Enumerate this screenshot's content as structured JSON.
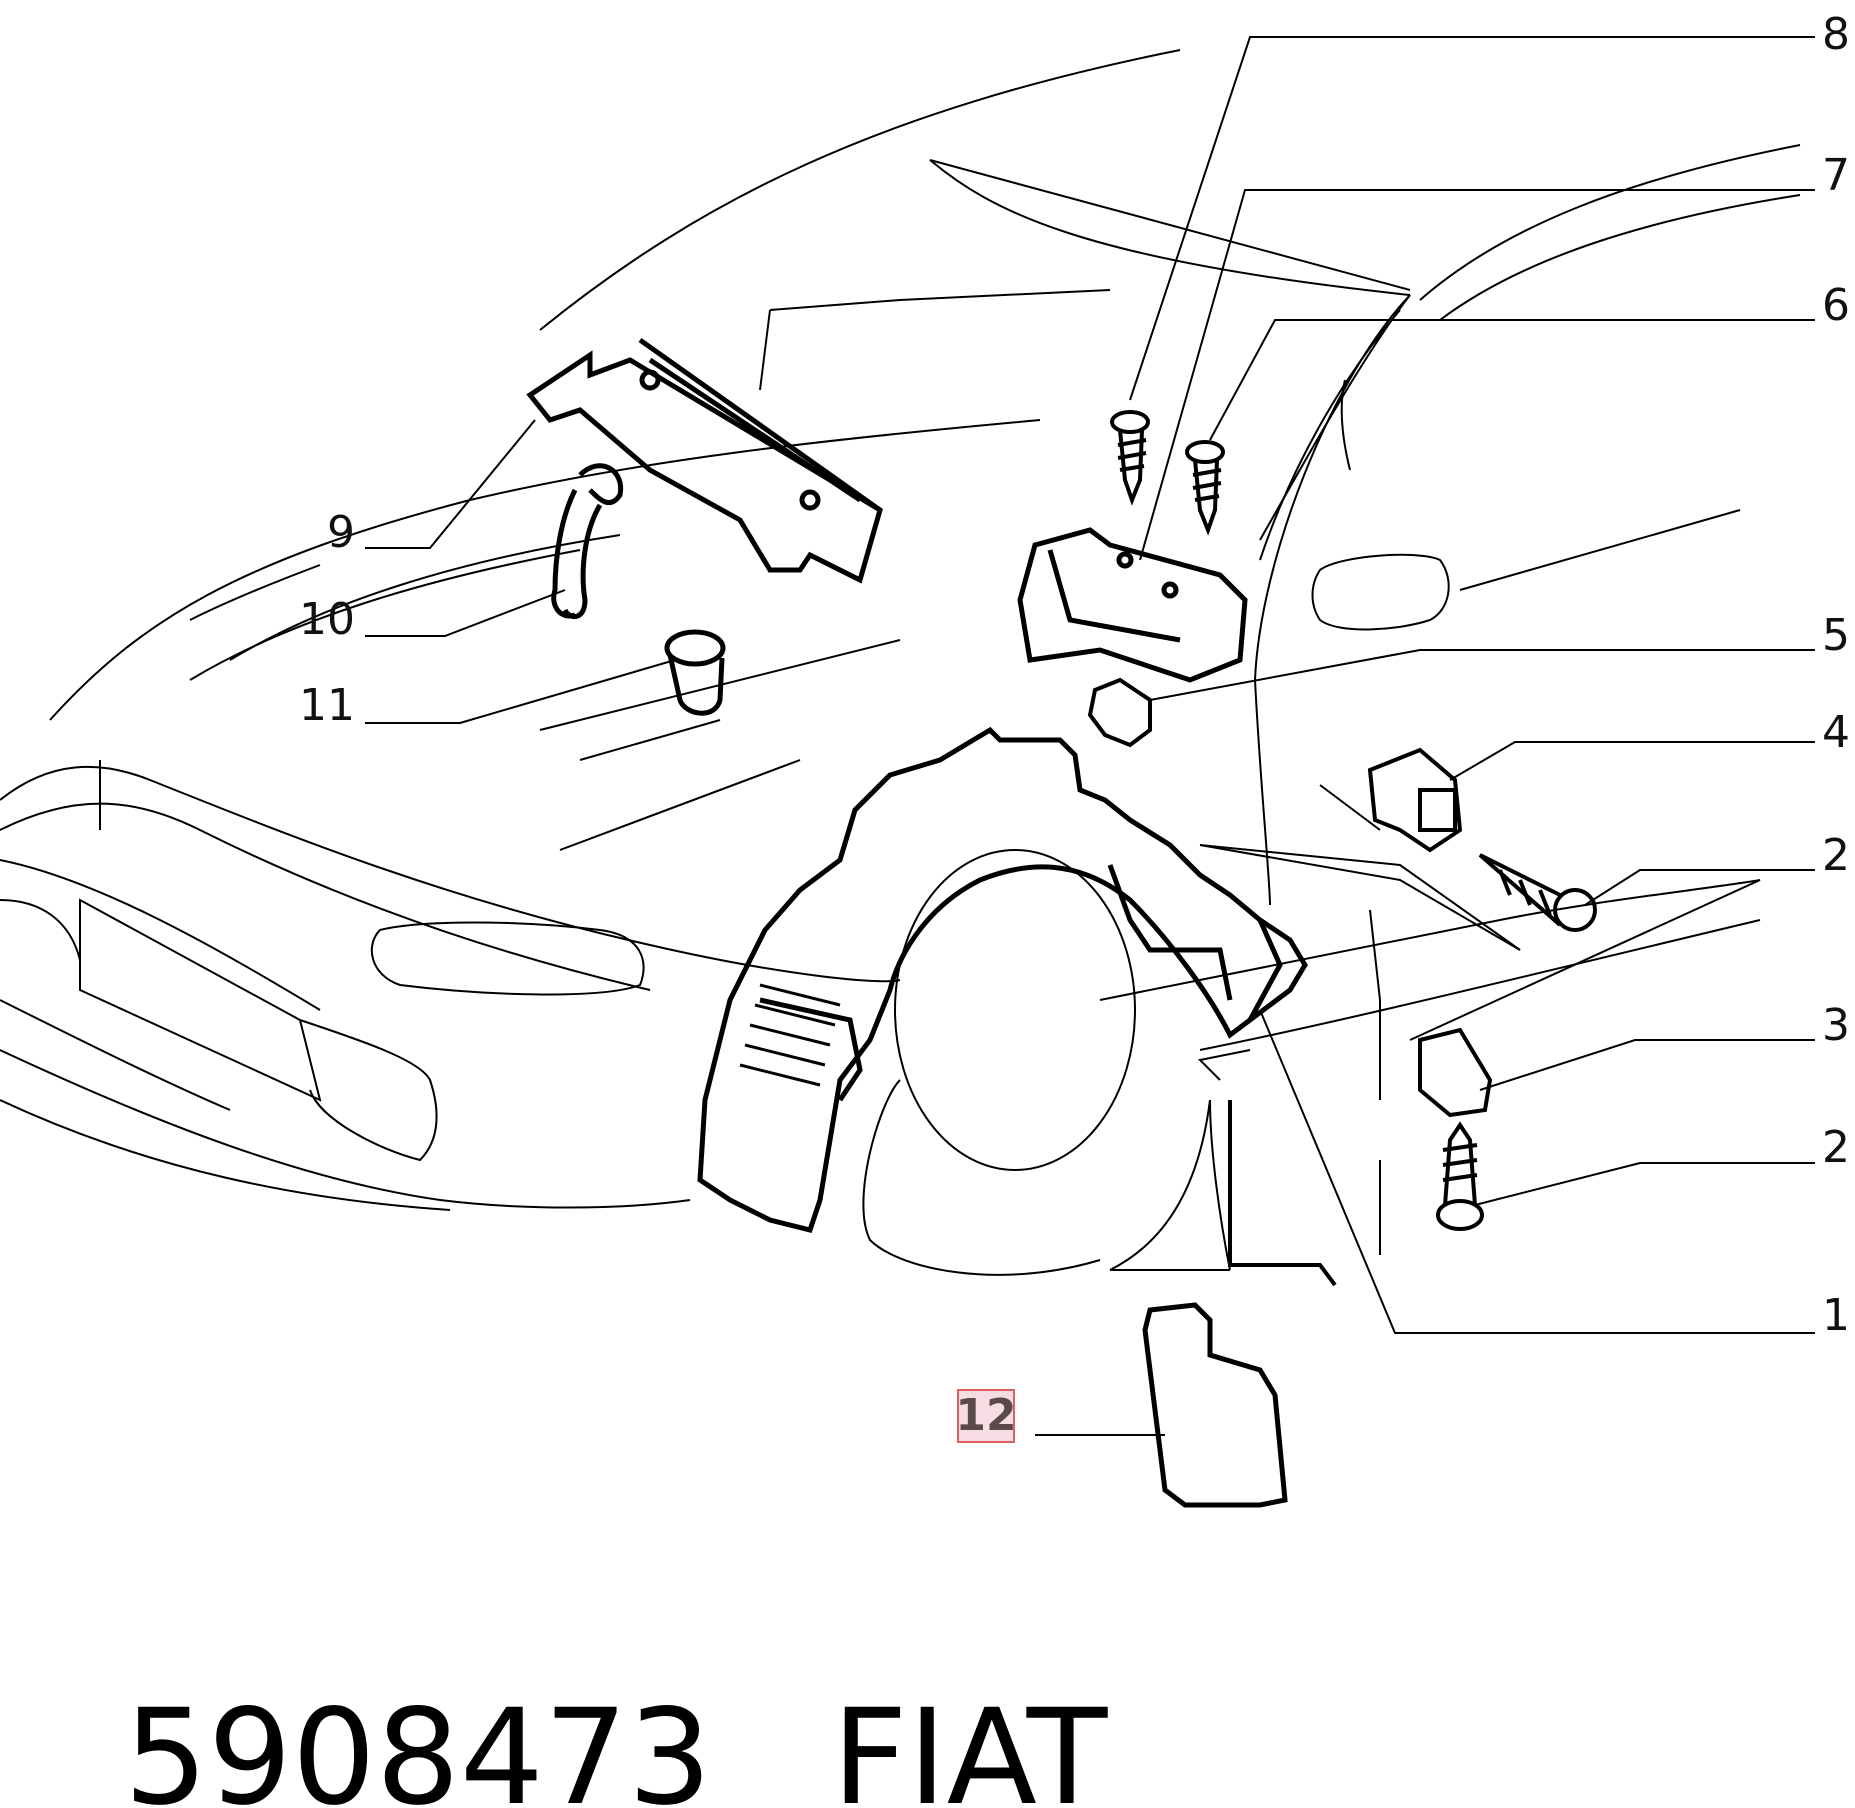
{
  "callouts": [
    {
      "label": "8",
      "part": "screw"
    },
    {
      "label": "7",
      "part": "bracket"
    },
    {
      "label": "6",
      "part": "screw"
    },
    {
      "label": "5",
      "part": "clip"
    },
    {
      "label": "4",
      "part": "clip"
    },
    {
      "label": "2",
      "part": "screw"
    },
    {
      "label": "3",
      "part": "clip"
    },
    {
      "label": "2",
      "part": "screw"
    },
    {
      "label": "1",
      "part": "wheel-arch-liner"
    },
    {
      "label": "9",
      "part": "cross-member"
    },
    {
      "label": "10",
      "part": "hose"
    },
    {
      "label": "11",
      "part": "grommet"
    },
    {
      "label": "12",
      "part": "mud-flap"
    }
  ],
  "highlight": {
    "label": "12",
    "border_color": "#e06060",
    "fill_color": "#f6dde3"
  },
  "footer": {
    "part_number": "5908473",
    "brand": "FIAT"
  },
  "colors": {
    "line": "#000000",
    "background": "#ffffff"
  }
}
